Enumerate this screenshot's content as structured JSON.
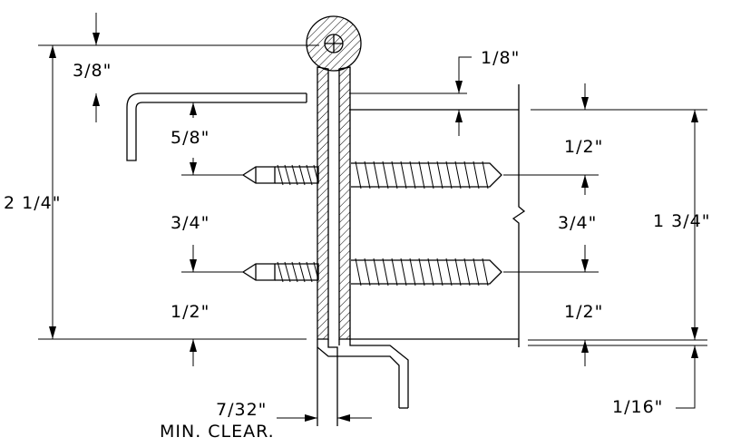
{
  "dimensions": {
    "top_offset": "3/8\"",
    "knuckle_gap": "1/8\"",
    "leaf_top_to_hole": "5/8\"",
    "hole_spacing": "3/4\"",
    "hole_to_bottom": "1/2\"",
    "overall_height": "2 1/4\"",
    "frame_top_to_hole": "1/2\"",
    "frame_hole_spacing": "3/4\"",
    "frame_hole_to_bottom": "1/2\"",
    "frame_height": "1 3/4\"",
    "bottom_gap": "1/16\"",
    "clearance": "7/32\"",
    "clearance_note": "MIN. CLEAR."
  }
}
